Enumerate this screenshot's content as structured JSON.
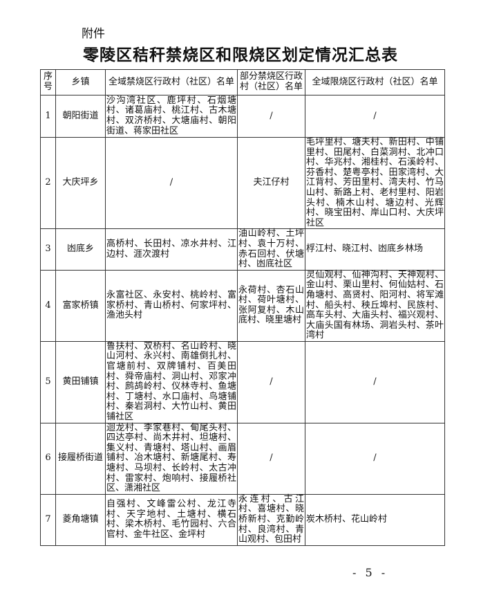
{
  "attachment_label": "附件",
  "title": "零陵区秸秆禁烧区和限烧区划定情况汇总表",
  "headers": {
    "no": "序号",
    "town": "乡镇",
    "full_ban": "全域禁烧区行政村（社区）名单",
    "partial_ban": "部分禁烧区行政村（社区）名单",
    "full_limit": "全域限烧区行政村（社区）名单"
  },
  "rows": [
    {
      "no": "1",
      "town": "朝阳街道",
      "full_ban": "沙沟湾社区、鹿坪村、石烟塘村、诸葛庙村、桃江村、古木塘村、双济桥村、大塘庙村、朝阳街道、蒋家田社区",
      "partial_ban": "/",
      "full_limit": "/"
    },
    {
      "no": "2",
      "town": "大庆坪乡",
      "full_ban": "/",
      "partial_ban": "夫江仔村",
      "full_limit": "毛坪里村、塘夫村、新田村、中铺里村、田尾村、白菜洞村、北冲口村、华兆村、湘桂村、石溪岭村、芬香村、楚粤亭村、田家湾村、大江背村、芳田里村、湾夫村、竹马山村、新路上村、老村里村、阳岩头村、楠木山村、塘边村、光辉村、晓宝田村、岸山口村、大庆坪社区"
    },
    {
      "no": "3",
      "town": "凼底乡",
      "full_ban": "高桥村、长田村、凉水井村、江边村、涯次渡村",
      "partial_ban": "油山岭村、土坪村、袁十万村、赤石回村、伏塘村、凼底社区",
      "full_limit": "桴江村、晓江村、凼底乡林场"
    },
    {
      "no": "4",
      "town": "富家桥镇",
      "full_ban": "永富社区、永安村、桃岭村、富家桥村、青山桥村、何家坪村、渔池头村",
      "partial_ban": "永荷村、杏石山村、荷叶塘村、张阿复村、木山底村、晓里塘村",
      "full_limit": "灵仙观村、仙神沟村、天神观村、金山村、栗山里村、何仙姑村、石角塘村、高贤村、阳河村、将军滩村、船头村、秧丘埠村、民族村、高车头村、大庙头村、福兴观村、大庙头国有林场、洞岩头村、茶叶湾村"
    },
    {
      "no": "5",
      "town": "黄田铺镇",
      "full_ban": "鲁扶村、双桥村、名山岭村、晓山河村、永兴村、南雄倒扎村、官塘前村、双牌铺村、百美田村、舜帝庙村、洞山村、邓家冲村、鹧鸪岭村、仪林寺村、鱼塘村、丁塘村、水口庙村、鸟塘铺村、秦岩洞村、大竹山村、黄田铺社区",
      "partial_ban": "/",
      "full_limit": "/"
    },
    {
      "no": "6",
      "town": "接履桥街道",
      "full_ban": "迴龙村、李家巷村、甸尾头村、四达亭村、尚木井村、坦塘村、集义村、青塘村、塔山村、画眉铺村、冶木塘村、新塘尾村、寿塘村、马坝村、长岭村、太古冲村、雷家村、炮响村、接履桥社区、潇湘社区",
      "partial_ban": "/",
      "full_limit": "/"
    },
    {
      "no": "7",
      "town": "菱角塘镇",
      "full_ban": "自强村、文峰雷公村、龙江寺村、天字地村、土塘村、横石村、梁木桥村、毛竹园村、六合官村、金牛社区、金坪村",
      "partial_ban": "永连村、古江村、喜塘村、晓桥新村、克勤岭村、良湾村、青山观村、包田村",
      "full_limit": "炭木桥村、花山岭村"
    }
  ],
  "page_number": "- 5 -"
}
